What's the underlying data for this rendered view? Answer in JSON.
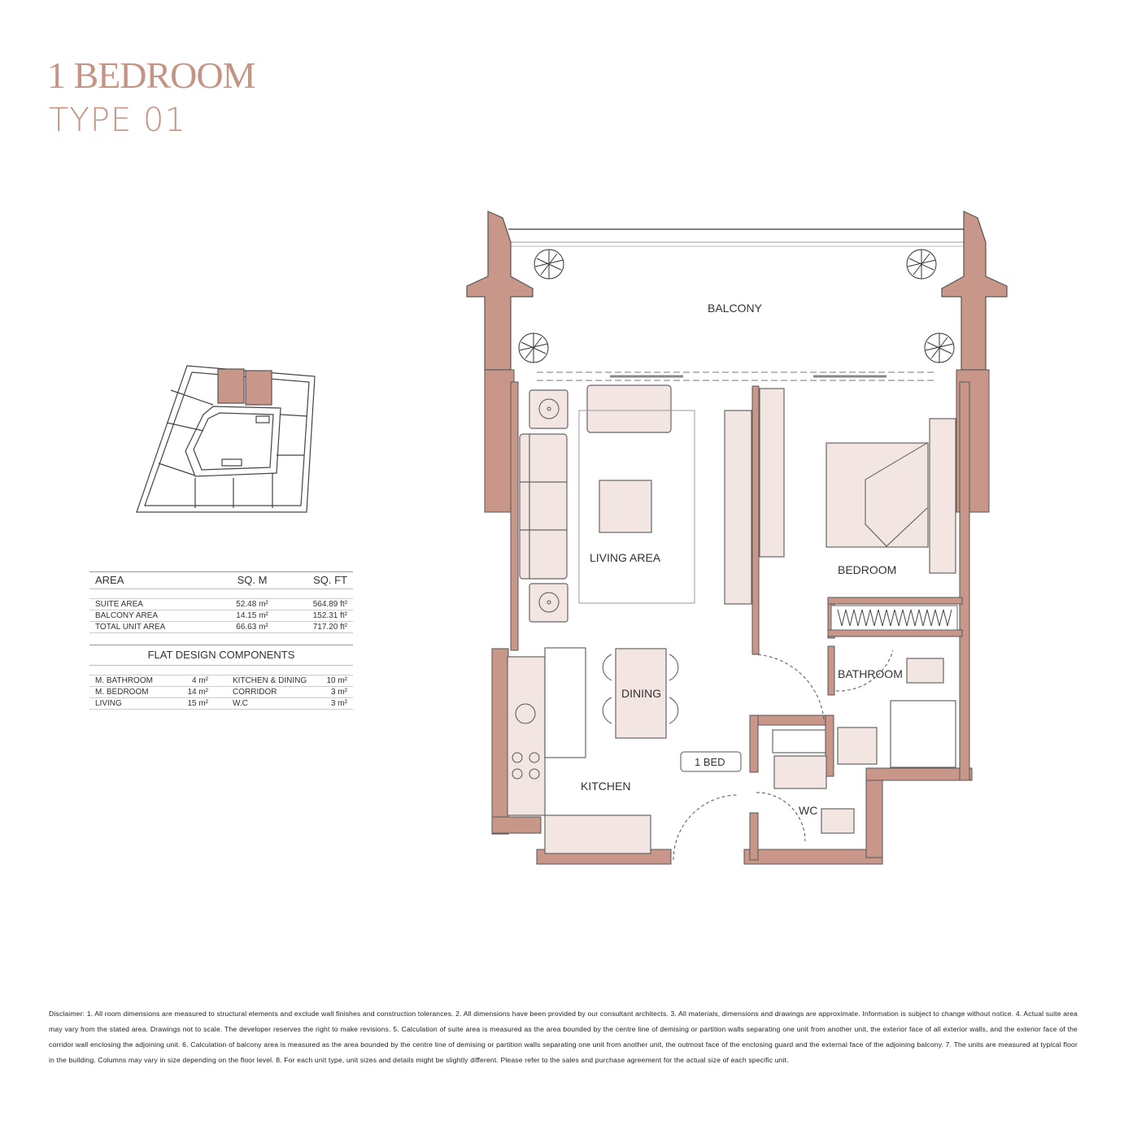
{
  "title": {
    "line1": "1 BEDROOM",
    "line2": "TYPE 01"
  },
  "colors": {
    "accent": "#c49585",
    "wall": "#c9968a",
    "furniture": "#f3e5e2"
  },
  "area_table": {
    "headers": [
      "AREA",
      "SQ. M",
      "SQ. FT"
    ],
    "rows": [
      {
        "label": "SUITE AREA",
        "sqm": "52.48 m²",
        "sqft": "564.89 ft²"
      },
      {
        "label": "BALCONY AREA",
        "sqm": "14.15 m²",
        "sqft": "152.31 ft²"
      },
      {
        "label": "TOTAL UNIT AREA",
        "sqm": "66.63 m²",
        "sqft": "717.20 ft²"
      }
    ]
  },
  "components": {
    "title": "FLAT DESIGN COMPONENTS",
    "rows": [
      {
        "a": "M. BATHROOM",
        "av": "4 m²",
        "b": "KITCHEN & DINING",
        "bv": "10 m²"
      },
      {
        "a": "M. BEDROOM",
        "av": "14 m²",
        "b": "CORRIDOR",
        "bv": "3 m²"
      },
      {
        "a": "LIVING",
        "av": "15 m²",
        "b": "W.C",
        "bv": "3 m²"
      }
    ]
  },
  "rooms": {
    "balcony": "BALCONY",
    "living": "LIVING AREA",
    "bedroom": "BEDROOM",
    "bathroom": "BATHROOM",
    "dining": "DINING",
    "kitchen": "KITCHEN",
    "wc": "WC",
    "unit_tag": "1 BED"
  },
  "disclaimer": "Disclaimer: 1. All room dimensions are measured to structural elements and exclude wall finishes and construction tolerances. 2. All dimensions have been provided by our consultant architects. 3. All materials, dimensions and drawings are approximate. Information is subject to change without notice. 4. Actual suite area may vary from the stated area. Drawings not to scale. The developer reserves the right to make revisions. 5. Calculation of suite area is measured as the area bounded by the centre line of demising or partition walls separating one unit from another unit, the exterior face of all exterior walls, and the exterior face of the corridor wall enclosing the adjoining unit. 6. Calculation of balcony area is measured as the area bounded by the centre line of demising or partition walls separating one unit from another unit, the outmost face of the enclosing guard and the external face of the adjoining balcony. 7. The units are measured at typical floor in the building. Columns may vary in size depending on the floor level. 8. For each unit type, unit sizes and details might be slightly different. Please refer to the sales and purchase agreement for the actual size of each specific unit."
}
